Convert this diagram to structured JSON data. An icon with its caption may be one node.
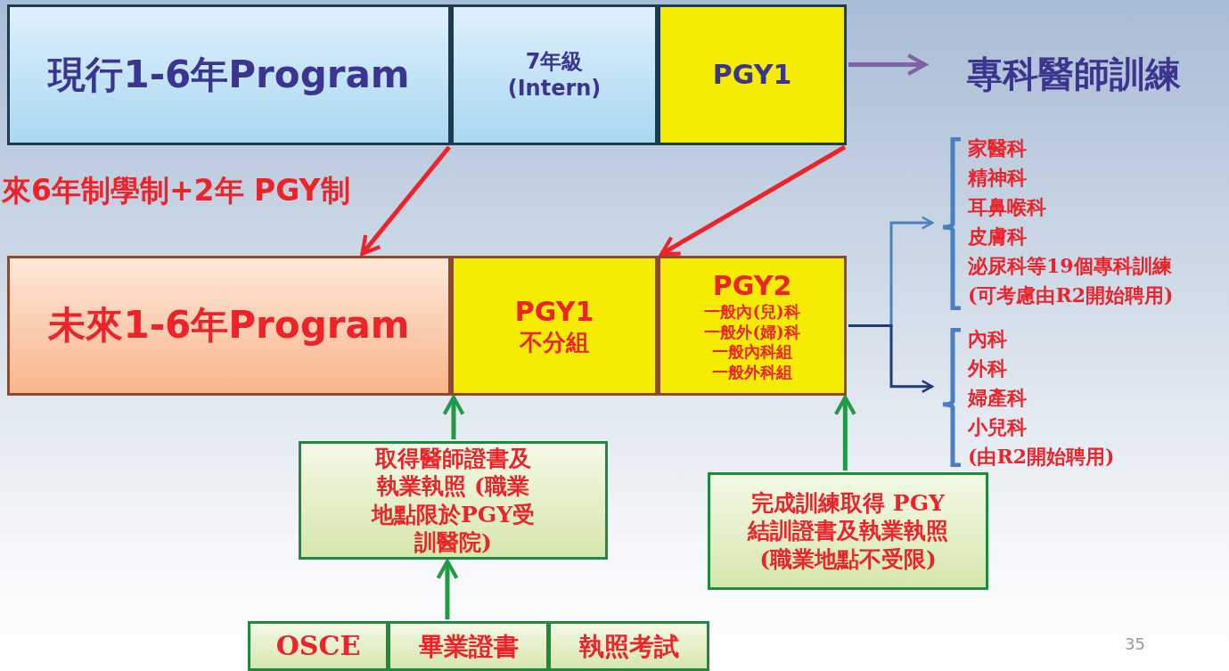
{
  "diagram": {
    "nodes": [
      {
        "text": [
          "現行1-6年Program"
        ]
      },
      {
        "text": [
          "7年級",
          "(Intern)"
        ]
      },
      {
        "text": [
          "PGY1"
        ]
      },
      {
        "text": [
          "專科醫師訓練"
        ]
      },
      {
        "text": [
          "未來1-6年Program"
        ]
      },
      {
        "text": [
          "PGY1",
          "不分組"
        ]
      },
      {
        "text": [
          "PGY2",
          "一般內(兒)科",
          "一般外(婦)科",
          "一般內科組",
          "一般外科組"
        ]
      },
      {
        "text": [
          "家醫科",
          "精神科",
          "耳鼻喉科",
          "皮膚科",
          "泌尿科等19個專科訓練",
          "(可考慮由R2開始聘用)"
        ]
      },
      {
        "text": [
          "內科",
          "外科",
          "婦產科",
          "小兒科",
          "(由R2開始聘用)"
        ]
      },
      {
        "text": [
          "取得醫師證書及執業執照 (職業地點限於PGY受訓醫院)"
        ]
      },
      {
        "text": [
          "完成訓練取得 PGY結訓證書及執業執照(職業地點不受限)"
        ]
      },
      {
        "text": [
          "OSCE"
        ]
      },
      {
        "text": [
          "畢業證書"
        ]
      },
      {
        "text": [
          "執照考試"
        ]
      }
    ],
    "edges": [
      {
        "from": 2,
        "to": 3,
        "arrow": "to",
        "color": "#7f62a6"
      },
      {
        "from": 0,
        "to": 4,
        "arrow": "to",
        "color": "#ee2229"
      },
      {
        "from": 2,
        "to": 6,
        "arrow": "to",
        "color": "#ee2229"
      },
      {
        "from": 6,
        "to": 7,
        "arrow": "to",
        "color": "#4a80c2"
      },
      {
        "from": 6,
        "to": 8,
        "arrow": "to",
        "color": "#1e3d78"
      },
      {
        "from": 9,
        "to": 5,
        "arrow": "to",
        "color": "#1f9a45"
      },
      {
        "from": 10,
        "to": 6,
        "arrow": "to",
        "color": "#1f9a45"
      },
      {
        "from": 12,
        "to": 9,
        "arrow": "to",
        "color": "#1f9a45"
      }
    ],
    "labels": [
      "來6年制學制+2年 PGY制",
      "35"
    ]
  }
}
